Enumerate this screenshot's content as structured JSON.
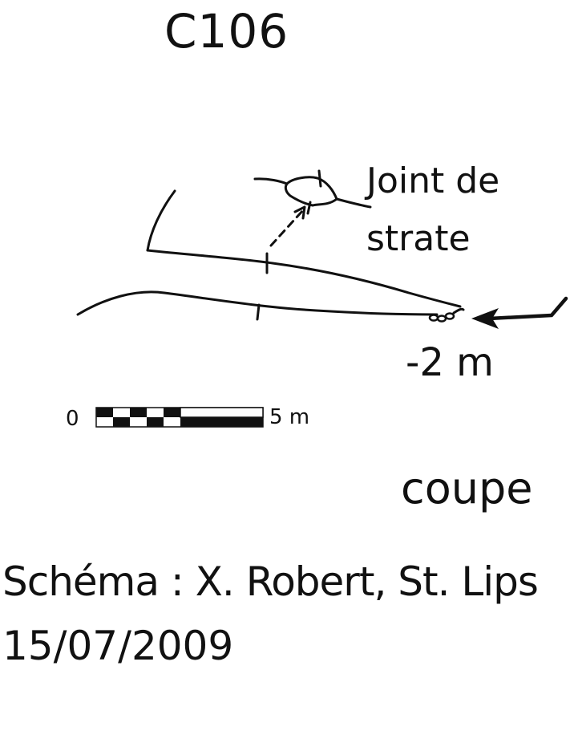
{
  "title": "C106",
  "annotation": {
    "line1": "Joint de",
    "line2": "strate"
  },
  "depth_label": "-2 m",
  "scale_bar": {
    "start_label": "0",
    "end_label": "5 m"
  },
  "view_label": "coupe",
  "credit": "Schéma : X. Robert, St. Lips",
  "date": "15/07/2009",
  "colors": {
    "ink": "#111111",
    "background": "#ffffff"
  }
}
